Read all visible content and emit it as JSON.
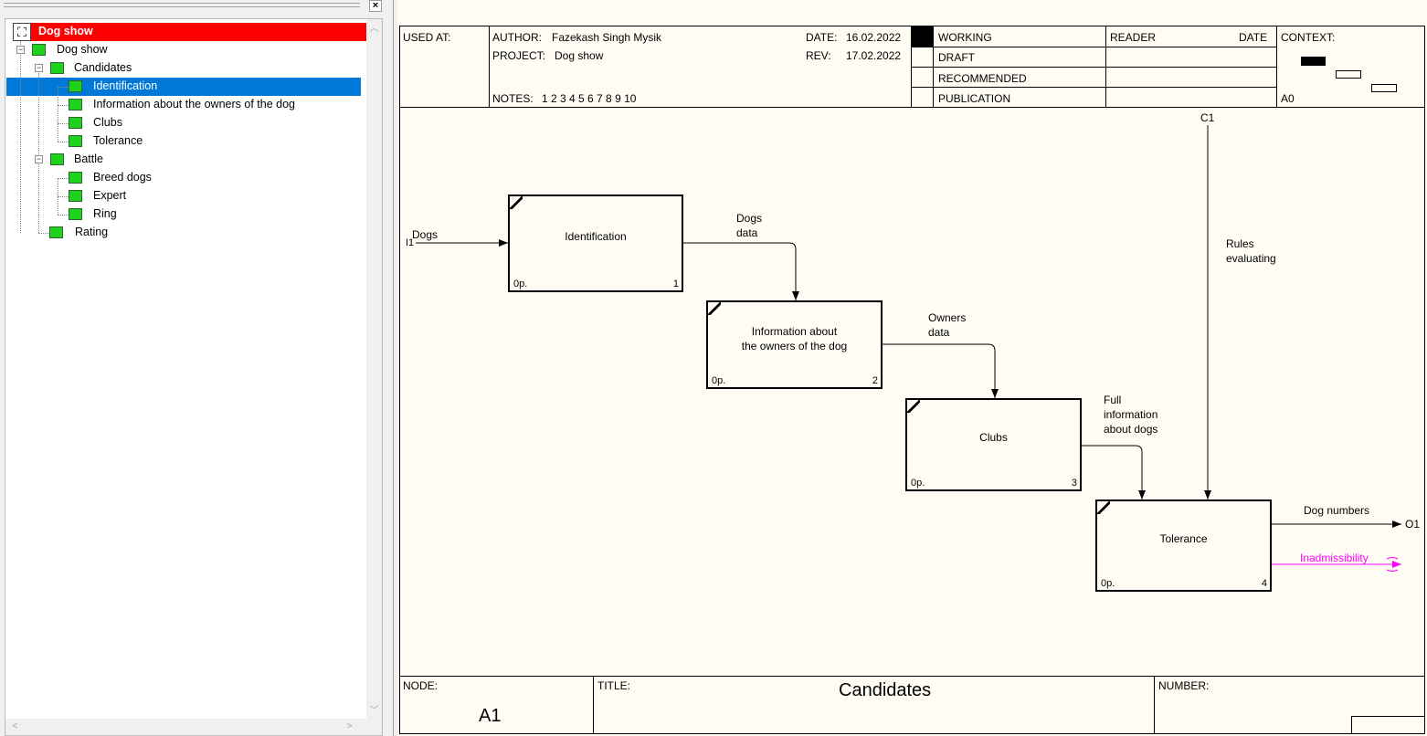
{
  "explorer": {
    "close_glyph": "×",
    "tree": {
      "root": "Dog show",
      "items": [
        {
          "label": "Dog show"
        },
        {
          "label": "Candidates"
        },
        {
          "label": "Identification",
          "selected": true
        },
        {
          "label": "Information about  the owners of the dog"
        },
        {
          "label": "Clubs"
        },
        {
          "label": "Tolerance"
        },
        {
          "label": "Battle"
        },
        {
          "label": "Breed dogs"
        },
        {
          "label": "Expert"
        },
        {
          "label": "Ring"
        },
        {
          "label": "Rating"
        }
      ]
    },
    "scroll": {
      "up": "︿",
      "down": "﹀",
      "left": "<",
      "right": ">"
    }
  },
  "header": {
    "used_at": "USED AT:",
    "author_label": "AUTHOR:",
    "author": "Fazekash Singh Mysik",
    "project_label": "PROJECT:",
    "project": "Dog show",
    "notes_label": "NOTES:",
    "notes": "1  2  3  4  5  6  7  8  9  10",
    "date_label": "DATE:",
    "date": "16.02.2022",
    "rev_label": "REV:",
    "rev": "17.02.2022",
    "status": [
      "WORKING",
      "DRAFT",
      "RECOMMENDED",
      "PUBLICATION"
    ],
    "reader": "READER",
    "reader_date": "DATE",
    "context": "CONTEXT:",
    "context_node": "A0"
  },
  "footer": {
    "node_label": "NODE:",
    "node": "A1",
    "title_label": "TITLE:",
    "title": "Candidates",
    "number_label": "NUMBER:"
  },
  "diagram": {
    "activities": [
      {
        "name": "Identification",
        "cost": "0р.",
        "num": "1"
      },
      {
        "name_lines": [
          "Information about",
          "the owners of the dog"
        ],
        "cost": "0р.",
        "num": "2"
      },
      {
        "name": "Clubs",
        "cost": "0р.",
        "num": "3"
      },
      {
        "name": "Tolerance",
        "cost": "0р.",
        "num": "4"
      }
    ],
    "arrows": {
      "input_code": "I1",
      "dogs": "Dogs",
      "dogs_data": [
        "Dogs",
        "data"
      ],
      "owners_data": [
        "Owners",
        "data"
      ],
      "full_info": [
        "Full",
        "information",
        "about dogs"
      ],
      "control_code": "C1",
      "rules": [
        "Rules",
        "evaluating"
      ],
      "dog_numbers": "Dog numbers",
      "output_code": "O1",
      "inadmissibility": "Inadmissibility"
    },
    "colors": {
      "inadmissibility": "#ff00ff",
      "selected": "#0078d7",
      "root": "#ff0000",
      "box_icon": "#1ed21e"
    }
  }
}
